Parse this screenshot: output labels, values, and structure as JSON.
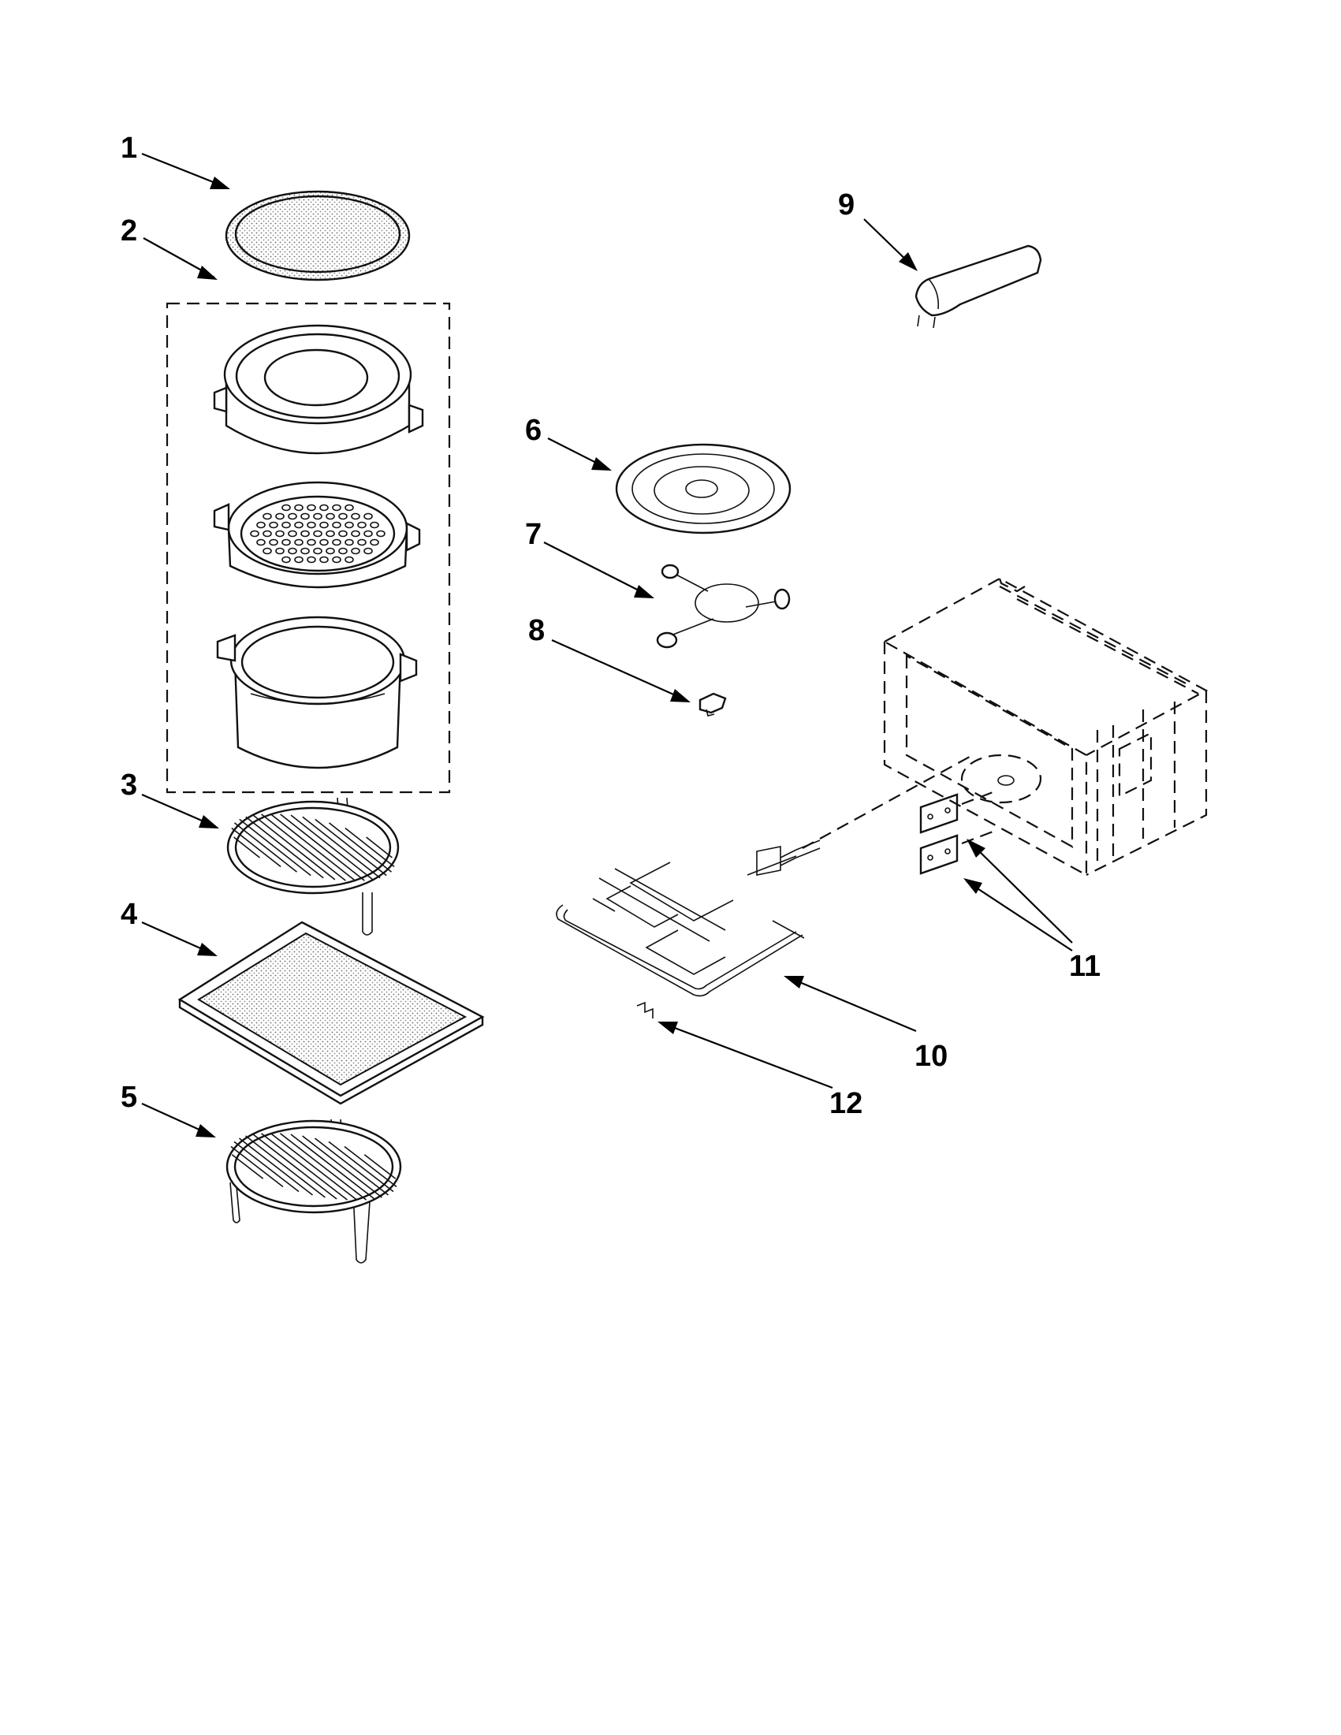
{
  "diagram": {
    "callouts": [
      {
        "id": 1,
        "label": "1"
      },
      {
        "id": 2,
        "label": "2"
      },
      {
        "id": 3,
        "label": "3"
      },
      {
        "id": 4,
        "label": "4"
      },
      {
        "id": 5,
        "label": "5"
      },
      {
        "id": 6,
        "label": "6"
      },
      {
        "id": 7,
        "label": "7"
      },
      {
        "id": 8,
        "label": "8"
      },
      {
        "id": 9,
        "label": "9"
      },
      {
        "id": 10,
        "label": "10"
      },
      {
        "id": 11,
        "label": "11"
      },
      {
        "id": 12,
        "label": "12"
      }
    ]
  }
}
